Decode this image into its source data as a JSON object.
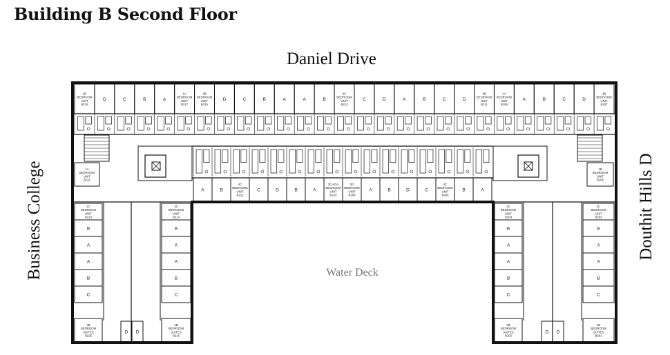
{
  "title": "Building B Second Floor",
  "streets": {
    "top": "Daniel Drive",
    "left": "Business College",
    "right": "Douthit Hills D"
  },
  "deck_label": "Water Deck",
  "north_units": [
    {
      "kind": "label",
      "lines": [
        "4B",
        "BEDROOM",
        "UNIT",
        "B219"
      ]
    },
    {
      "kind": "room",
      "label": "D"
    },
    {
      "kind": "room",
      "label": "C"
    },
    {
      "kind": "room",
      "label": "B"
    },
    {
      "kind": "room",
      "label": "A"
    },
    {
      "kind": "label",
      "lines": [
        "1A",
        "BEDROOM",
        "UNIT",
        "B217"
      ]
    },
    {
      "kind": "label",
      "lines": [
        "4B",
        "BEDROOM",
        "UNIT",
        "B215"
      ]
    },
    {
      "kind": "room",
      "label": "D"
    },
    {
      "kind": "room",
      "label": "C"
    },
    {
      "kind": "room",
      "label": "B"
    },
    {
      "kind": "room",
      "label": "A"
    },
    {
      "kind": "room",
      "label": "A"
    },
    {
      "kind": "room",
      "label": "B"
    },
    {
      "kind": "label",
      "lines": [
        "4C",
        "BEDROOM",
        "UNIT",
        "B213"
      ]
    },
    {
      "kind": "room",
      "label": "C"
    },
    {
      "kind": "room",
      "label": "D"
    },
    {
      "kind": "room",
      "label": "A"
    },
    {
      "kind": "room",
      "label": "B"
    },
    {
      "kind": "room",
      "label": "C"
    },
    {
      "kind": "room",
      "label": "D"
    },
    {
      "kind": "label",
      "lines": [
        "4B",
        "BEDROOM",
        "UNIT",
        "B211"
      ]
    },
    {
      "kind": "label",
      "lines": [
        "1A",
        "BEDROOM",
        "UNIT",
        "B209"
      ]
    },
    {
      "kind": "room",
      "label": "A"
    },
    {
      "kind": "room",
      "label": "B"
    },
    {
      "kind": "room",
      "label": "C"
    },
    {
      "kind": "room",
      "label": "D"
    },
    {
      "kind": "label",
      "lines": [
        "4B",
        "BEDROOM",
        "UNIT",
        "B207"
      ]
    }
  ],
  "corridor_units": [
    {
      "kind": "room",
      "label": "A"
    },
    {
      "kind": "room",
      "label": "B"
    },
    {
      "kind": "label",
      "lines": [
        "4C",
        "BEDROOM",
        "UNIT",
        "B212"
      ]
    },
    {
      "kind": "room",
      "label": "C"
    },
    {
      "kind": "room",
      "label": "D"
    },
    {
      "kind": "room",
      "label": "B"
    },
    {
      "kind": "room",
      "label": "A"
    },
    {
      "kind": "label",
      "lines": [
        "2D ADA",
        "BEDROOM",
        "UNIT",
        "B210"
      ]
    },
    {
      "kind": "label",
      "lines": [
        "2D",
        "BEDROOM",
        "UNIT",
        "B208"
      ]
    },
    {
      "kind": "room",
      "label": "A"
    },
    {
      "kind": "room",
      "label": "B"
    },
    {
      "kind": "room",
      "label": "D"
    },
    {
      "kind": "room",
      "label": "C"
    },
    {
      "kind": "label",
      "lines": [
        "4C",
        "BEDROOM",
        "UNIT",
        "B206"
      ]
    },
    {
      "kind": "room",
      "label": "B"
    },
    {
      "kind": "room",
      "label": "A"
    }
  ],
  "side_units": [
    {
      "lines": [
        "1A",
        "BEDROOM",
        "UNIT",
        "B221"
      ]
    },
    {
      "lines": [
        "1B",
        "BEDROOM",
        "UNIT",
        "B205"
      ]
    }
  ],
  "left_wing": {
    "units_left": [
      {
        "kind": "label",
        "lines": [
          "2C",
          "BEDROOM",
          "UNIT",
          "B223"
        ]
      },
      {
        "kind": "room",
        "label": "B"
      },
      {
        "kind": "room",
        "label": "A"
      },
      {
        "kind": "room",
        "label": "A"
      },
      {
        "kind": "room",
        "label": "B"
      },
      {
        "kind": "room",
        "label": "C"
      },
      {
        "kind": "label",
        "lines": [
          "4B",
          "BEDROOM",
          "SUITES",
          "B225"
        ]
      }
    ],
    "units_right": [
      {
        "kind": "label",
        "lines": [
          "2C",
          "BEDROOM",
          "UNIT",
          "B214"
        ]
      },
      {
        "kind": "room",
        "label": "B"
      },
      {
        "kind": "room",
        "label": "A"
      },
      {
        "kind": "room",
        "label": "A"
      },
      {
        "kind": "room",
        "label": "B"
      },
      {
        "kind": "room",
        "label": "C"
      },
      {
        "kind": "label",
        "lines": [
          "4B",
          "BEDROOM",
          "SUITES",
          "B216"
        ]
      }
    ],
    "bottom_rooms": [
      "D",
      "D"
    ]
  },
  "right_wing": {
    "units_left": [
      {
        "kind": "label",
        "lines": [
          "2C",
          "BEDROOM",
          "UNIT",
          "B204"
        ]
      },
      {
        "kind": "room",
        "label": "B"
      },
      {
        "kind": "room",
        "label": "A"
      },
      {
        "kind": "room",
        "label": "A"
      },
      {
        "kind": "room",
        "label": "B"
      },
      {
        "kind": "room",
        "label": "C"
      },
      {
        "kind": "label",
        "lines": [
          "4B",
          "BEDROOM",
          "SUITES",
          "B202"
        ]
      }
    ],
    "units_right": [
      {
        "kind": "label",
        "lines": [
          "2C",
          "BEDROOM",
          "UNIT",
          "B203"
        ]
      },
      {
        "kind": "room",
        "label": "B"
      },
      {
        "kind": "room",
        "label": "A"
      },
      {
        "kind": "room",
        "label": "A"
      },
      {
        "kind": "room",
        "label": "B"
      },
      {
        "kind": "room",
        "label": "C"
      },
      {
        "kind": "label",
        "lines": [
          "4B",
          "BEDROOM",
          "SUITES",
          "B201"
        ]
      }
    ],
    "bottom_rooms": [
      "D",
      "D"
    ]
  }
}
